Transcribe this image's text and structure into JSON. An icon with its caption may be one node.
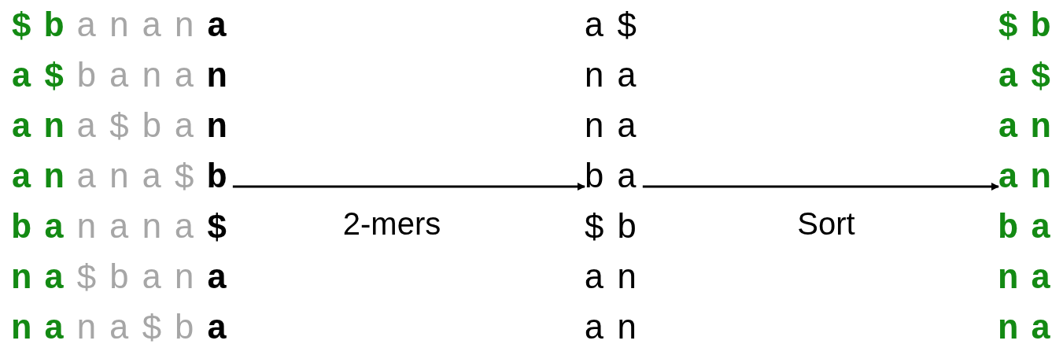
{
  "diagram": {
    "nodes": [
      {
        "text": [
          "$banana",
          "a$banan",
          "ana$ban",
          "anana$b",
          "banana$",
          "na$bana",
          "nana$ba"
        ]
      },
      {
        "text": [
          "a$",
          "na",
          "na",
          "ba",
          "$b",
          "an",
          "an"
        ]
      },
      {
        "text": [
          "$b",
          "a$",
          "an",
          "an",
          "ba",
          "na",
          "na"
        ]
      }
    ],
    "edges": [
      {
        "from": 0,
        "to": 1,
        "arrow": "to",
        "label": "2-mers"
      },
      {
        "from": 1,
        "to": 2,
        "arrow": "to",
        "label": "Sort"
      }
    ]
  }
}
